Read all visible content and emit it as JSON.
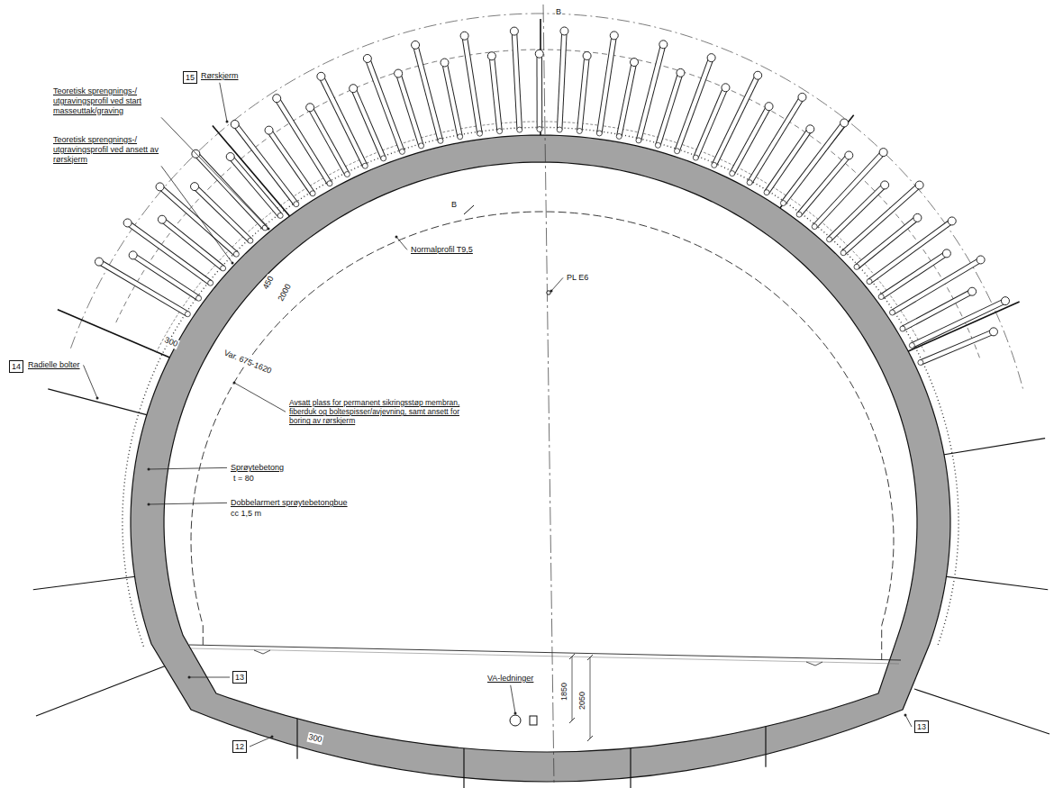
{
  "diagram": {
    "nodes": [
      {
        "text": [
          "15"
        ]
      },
      {
        "text": [
          "14"
        ]
      },
      {
        "text": [
          "13"
        ]
      },
      {
        "text": [
          "12"
        ]
      },
      {
        "text": [
          "13"
        ]
      }
    ],
    "labels": [
      "Rørskjerm",
      "Teoretisk sprengnings-/ utgravingsprofil ved start masseuttak/graving",
      "Teoretisk sprengnings-/ utgravingsprofil ved ansett av rørskjerm",
      "Normalprofil T9,5",
      "PL E6",
      "B",
      "B",
      "450",
      "2000",
      "300",
      "Var. 675-1620",
      "Avsatt plass for permanent sikringsstøp membran, fiberduk og boltespisser/avjevning, samt ansett for boring av rørskjerm",
      "Radielle bolter",
      "Sprøytebetong",
      "t = 80",
      "Dobbelarmert sprøytebetongbue",
      "cc 1,5 m",
      "VA-ledninger",
      "1850",
      "2050",
      "300"
    ]
  }
}
